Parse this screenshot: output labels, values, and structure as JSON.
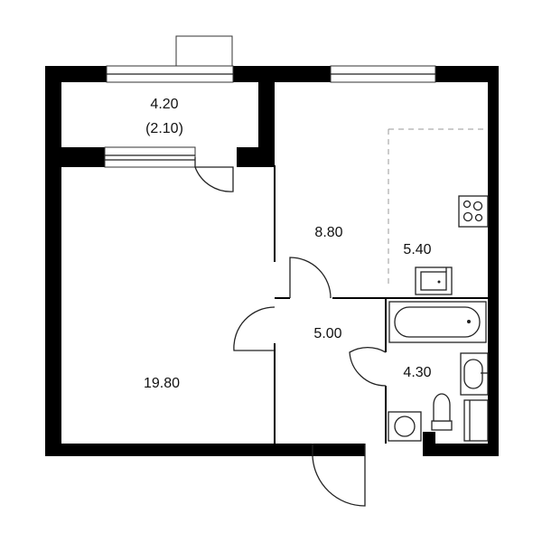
{
  "rooms": [
    {
      "id": "balcony",
      "area": "4.20",
      "sub": "(2.10)"
    },
    {
      "id": "kitchen",
      "area": "8.80"
    },
    {
      "id": "kitchen-zone",
      "area": "5.40"
    },
    {
      "id": "living",
      "area": "19.80"
    },
    {
      "id": "hall",
      "area": "5.00"
    },
    {
      "id": "bath",
      "area": "4.30"
    }
  ],
  "colors": {
    "wall": "#000000",
    "background": "#ffffff",
    "dashed": "#999999"
  },
  "icons": [
    "stove-icon",
    "sink-icon",
    "bathtub-icon",
    "washbasin-icon",
    "toilet-icon",
    "washing-machine-icon",
    "shower-icon"
  ]
}
